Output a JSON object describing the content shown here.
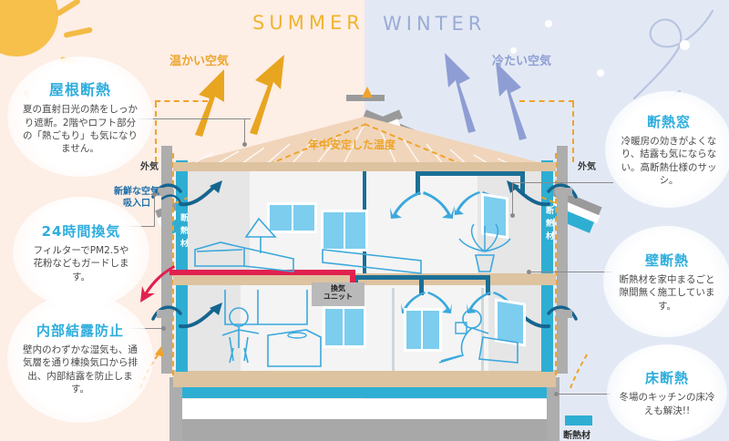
{
  "seasons": {
    "summer": "SUMMER",
    "winter": "WINTER"
  },
  "air_labels": {
    "warm": "温かい空気",
    "cold": "冷たい空気",
    "stable_temp": "年中安定した温度"
  },
  "diagram_labels": {
    "outside_air_left": "外気",
    "outside_air_right": "外気",
    "fresh_air_intake": "新鮮な空気\n吸入口",
    "fresh_air_intake_line1": "新鮮な空気",
    "fresh_air_intake_line2": "吸入口",
    "insulation_left": "断熱材",
    "insulation_right": "断熱材",
    "vent_unit_line1": "換気",
    "vent_unit_line2": "ユニット"
  },
  "legend": {
    "swatch_label": "断熱材",
    "swatch_color": "#2eaed3"
  },
  "callouts": [
    {
      "id": "roof-insulation",
      "title": "屋根断熱",
      "body": "夏の直射日光の熱をしっかり遮断。2階やロフト部分の「熱ごもり」も気になりません。"
    },
    {
      "id": "ventilation-24h",
      "title": "24時間換気",
      "body": "フィルターでPM2.5や花粉などもガードします。"
    },
    {
      "id": "internal-condensation",
      "title": "内部結露防止",
      "body": "壁内のわずかな湿気も、通気層を通り棟換気口から排出、内部結露を防止します。"
    },
    {
      "id": "insulated-window",
      "title": "断熱窓",
      "body": "冷暖房の効きがよくなり、結露も気にならない。高断熱仕様のサッシ。"
    },
    {
      "id": "wall-insulation",
      "title": "壁断熱",
      "body": "断熱材を家中まるごと隙間無く施工しています。"
    },
    {
      "id": "floor-insulation",
      "title": "床断熱",
      "body": "冬場のキッチンの床冷えも解決!!"
    }
  ],
  "colors": {
    "summer_bg": "#fdeee6",
    "winter_bg": "#e3e9f4",
    "insulation_teal": "#2eaed3",
    "title_blue": "#2eaddd",
    "warm_arrow": "#e8a51f",
    "cold_arrow": "#8e9ed4",
    "exhaust_magenta": "#e0214f",
    "duct_blue": "#1b6f96",
    "sun_yellow": "#f6c04a"
  }
}
